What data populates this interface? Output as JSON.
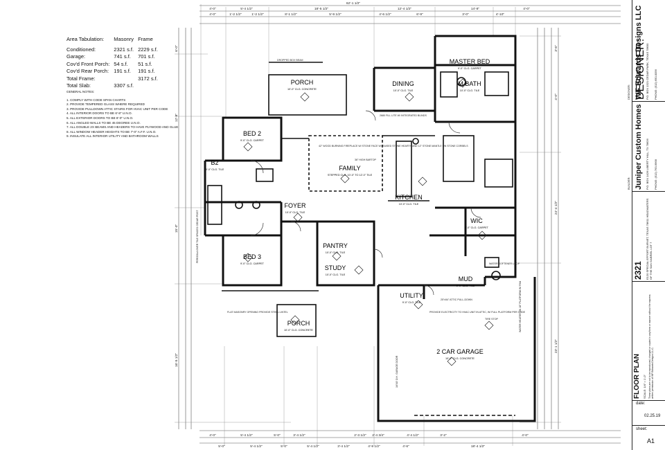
{
  "area_tabulation": {
    "header": {
      "label": "Area Tabulation:",
      "col1": "Masonry",
      "col2": "Frame"
    },
    "rows": [
      {
        "label": "Conditioned:",
        "masonry": "2321 s.f.",
        "frame": "2229 s.f."
      },
      {
        "label": "Garage:",
        "masonry": "741 s.f.",
        "frame": "701 s.f."
      },
      {
        "label": "Cov'd Front Porch:",
        "masonry": "54 s.f.",
        "frame": "51 s.f."
      },
      {
        "label": "Cov'd Rear Porch:",
        "masonry": "191 s.f.",
        "frame": "191 s.f."
      },
      {
        "label": "Total Frame:",
        "masonry": "",
        "frame": "3172 s.f."
      },
      {
        "label": "Total Slab:",
        "masonry": "3307 s.f.",
        "frame": ""
      }
    ]
  },
  "general_notes": {
    "title": "GENERAL NOTES:",
    "items": [
      "1. COMPLY WITH CODE SPAN CHARTS",
      "2. PROVIDE TEMPERED GLASS WHERE REQUIRED",
      "3. PROVIDE PULLDOWN ATTIC STAIRS FOR HVAC UNIT PER CODE",
      "4. ALL INTERIOR DOORS TO BE 6'-8\" U.N.O.",
      "5. ALL EXTERIOR DOORS TO BE 8'-0\" U.N.O.",
      "6. ALL ANGLED WALLS TO BE 45 DEGREE U.N.O.",
      "7. ALL DOUBLE 2X BEAMS AND HEADERS TO HAVE PLYWOOD AND GLUE",
      "8. ALL WINDOW HEADER HEIGHTS TO BE 7'-0\" A.F.F. U.N.O.",
      "9. INSULATE ALL INTERIOR UTILITY AND BATHROOM WALLS"
    ]
  },
  "dimensions": {
    "overall_top": "62'-1 1/2\"",
    "top_chain": [
      "4'-0\"",
      "5'-4 1/2\"",
      "18'-5 1/2\"",
      "12'-4 1/2\"",
      "14'-8\"",
      "4'-0\""
    ],
    "top_detail": [
      "4'-0\"",
      "1'-2 1/2\"",
      "1'-2 1/2\"",
      "8'-1 1/2\"",
      "5'-9 1/2\"",
      "4'-6 1/2\"",
      "6'-9\"",
      "3'-0\"",
      "4'-10\""
    ],
    "bottom_chain": [
      "4'-0\"",
      "5'-4 1/2\"",
      "5'-0\"",
      "3'-4 1/2\"",
      "2'-3 1/2\"",
      "2'-4 3/4\"",
      "4'-4 1/2\"",
      "3'-2\"",
      "4'-0\""
    ],
    "bottom_detail": [
      "5'-0\"",
      "5'-4 1/2\"",
      "5'-0\"",
      "5'-4 1/2\"",
      "3'-4 1/2\"",
      "4'-9 1/2\"",
      "4'-6\"",
      "18'-4 1/2\""
    ],
    "left_chain": [
      "6'-0\"",
      "12'-9\"",
      "15'-0\"",
      "16'-5 1/2\""
    ],
    "right_chain": [
      "3'-6\"",
      "4'-0\"",
      "24'-4 1/2\"",
      "23'-1 1/2\""
    ]
  },
  "rooms": [
    {
      "name": "MASTER BED",
      "spec": "9'-0\" CLG. CARPET"
    },
    {
      "name": "M BATH",
      "spec": "10'-0\" CLG. TILE"
    },
    {
      "name": "DINING",
      "spec": "10'-0\" CLG. TILE"
    },
    {
      "name": "PORCH",
      "spec": "10'-0\" CLG. CONCRETE"
    },
    {
      "name": "BED 2",
      "spec": "9'-0\" CLG. CARPET"
    },
    {
      "name": "B2",
      "spec": "9'-0\" CLG. TILE"
    },
    {
      "name": "FAMILY",
      "spec": "STEPPED CLG. 10'-0\" TO 12'-0\" TILE"
    },
    {
      "name": "KITCHEN",
      "spec": "10'-0\" CLG. TILE"
    },
    {
      "name": "FOYER",
      "spec": "10'-0\" CLG. TILE"
    },
    {
      "name": "WIC",
      "spec": "9'-0\" CLG. CARPET"
    },
    {
      "name": "BED 3",
      "spec": "9'-0\" CLG. CARPET"
    },
    {
      "name": "PANTRY",
      "spec": "10'-0\" CLG. TILE"
    },
    {
      "name": "STUDY",
      "spec": "10'-0\" CLG. TILE"
    },
    {
      "name": "MUD",
      "spec": "9'-0\" CLG. TILE"
    },
    {
      "name": "UTILITY",
      "spec": "9'-0\" CLG. TILE"
    },
    {
      "name": "2 CAR GARAGE",
      "spec": "10'-0\" CLG. CONCRETE"
    },
    {
      "name": "PORCH",
      "spec": "10'-0\" CLG. CONCRETE"
    }
  ],
  "annotations": {
    "dropped_box_beam": "DROPPED BOX BEAM",
    "fireplace": "42\" WOOD BURNING FIREPLACE W/ STONE FACE W/ RAISED STONE HEARTH AND 12\" STONE MANTLE ON STONE CORBELS",
    "bar_top": "36\" HIGH BARTOP",
    "fill_lite": "2680 FILL LITE W/ INTEGRATED BLINDS",
    "attic_walkdown": "25\"x54\" ATTIC PULL-DOWN",
    "utility_note": "PROVIDE ELECTRICITY TO HVAC UNIT IN ATTIC, W/ FULL PLATFORM PER CODE",
    "water_softener": "WATER SOFTENER LOOP",
    "tire_stop": "TIRE STOP",
    "garage_door": "16'X8' O.H. GARAGE DOOR",
    "masonry_opening": "FLAT MASONRY OPENING PROVIDE STEEL LINTEL",
    "water_heater": "WATER HEATER ON 18\" PLATFORM W/ PAN",
    "pergola": "PERGOLA OVER TILE SPACES CEDAR POST"
  },
  "title_block": {
    "designer_label": "DESIGNER:",
    "designer_name": "WF Edwards Designs LLC",
    "designer_addr": "P.O. BOX 1321 CEDAR PARK, TEXAS 78630",
    "designer_phone": "PHONE: (512) 650-0056",
    "builder_label": "BUILDER:",
    "builder_name": "Juniper Custom Homes",
    "builder_addr": "P.O. BOX 1426 LIBERTY HILL, TX 78626",
    "builder_phone": "PHONE: (512) 763-9968",
    "plan_number": "2321",
    "plan_desc": "E120 SPECIAL EFFORT BURNET, TEXAS 78611 HEADWATERS OF THE SAN GABRIEL LOT 7",
    "sheet_title": "FLOOR PLAN",
    "scale": "SCALE: 1/4\" = 1'-0\"",
    "copyright": "These plans are not to be reproduced, changed or copied in any form or manner without the express written permission of WF Edwards Designs L.L.C.",
    "date_label": "date:",
    "date_value": "02.25.19",
    "sheet_label": "sheet:",
    "sheet_value": "A1"
  }
}
